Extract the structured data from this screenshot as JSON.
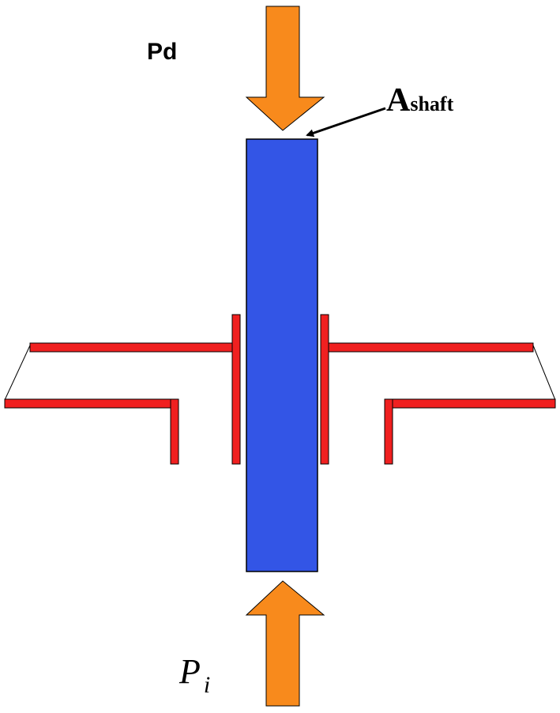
{
  "labels": {
    "pressure_downstream": "Pd",
    "area_main": "A",
    "area_sub": "shaft",
    "pressure_inlet_main": "P",
    "pressure_inlet_sub": "i"
  },
  "colors": {
    "shaft": "#3355e6",
    "seal": "#f02020",
    "arrow": "#f88a1c",
    "outline": "#000000"
  },
  "icons": {
    "top_arrow": "arrow-down-icon",
    "bottom_arrow": "arrow-up-icon",
    "pointer": "pointer-arrow-icon"
  }
}
